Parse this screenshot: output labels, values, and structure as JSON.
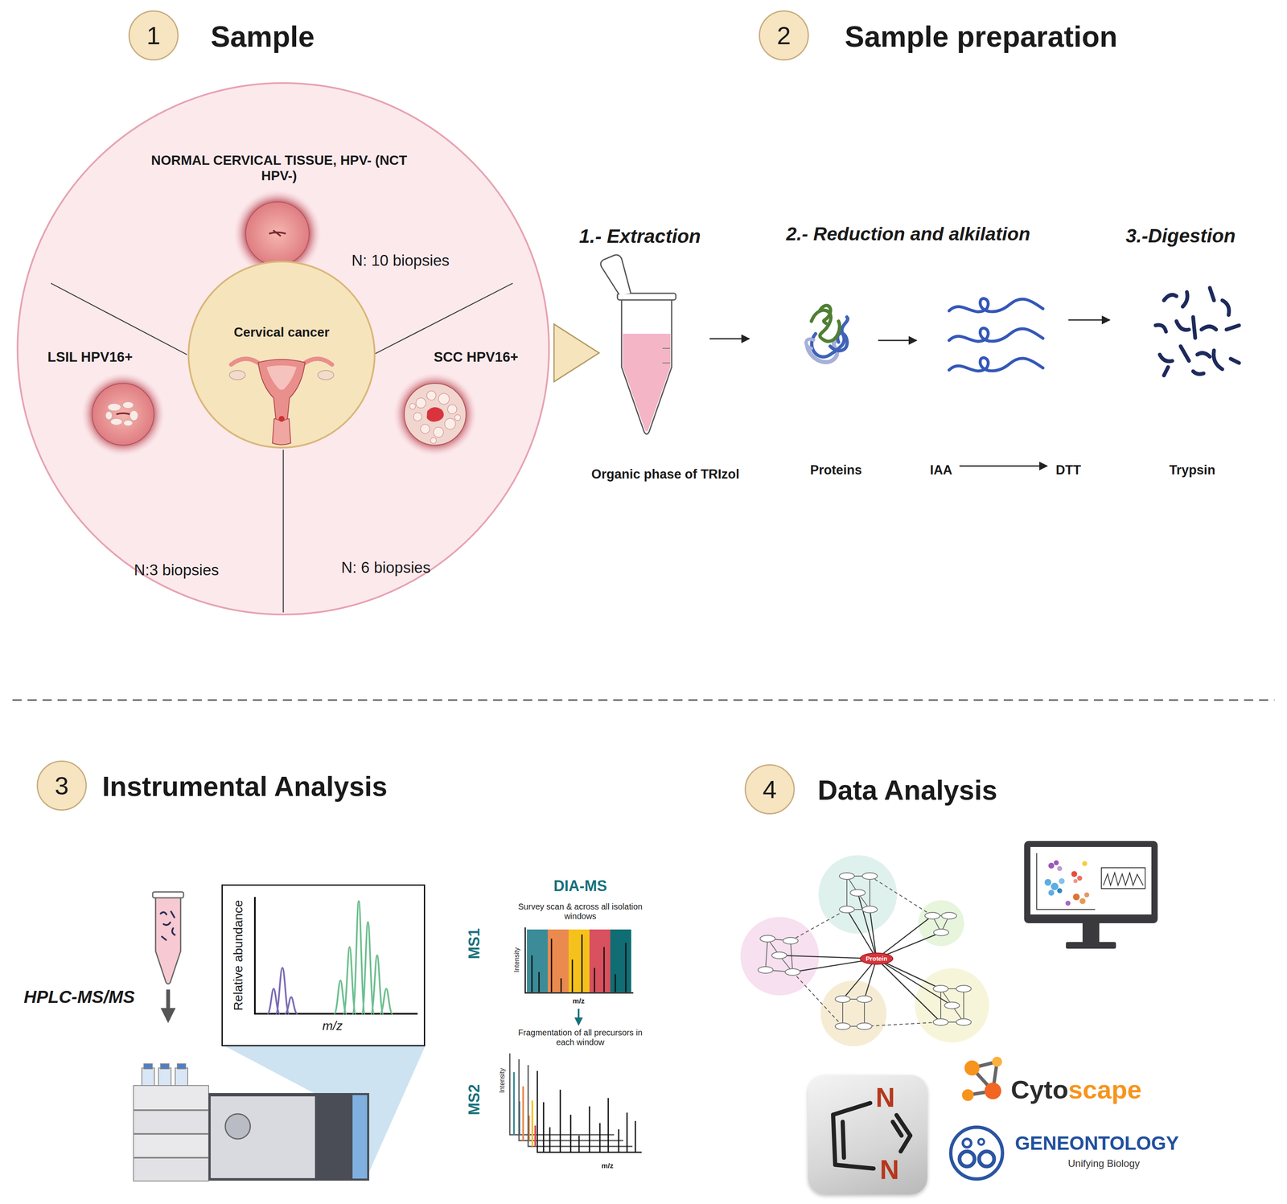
{
  "diagram": {
    "nodes": [
      {
        "text": [
          "1",
          "Sample"
        ]
      },
      {
        "text": [
          "NORMAL CERVICAL TISSUE, HPV- (NCT HPV-)",
          "N: 10 biopsies",
          "LSIL HPV16+",
          "N:3 biopsies",
          "SCC HPV16+",
          "N: 6 biopsies"
        ]
      },
      {
        "text": [
          "Cervical cancer"
        ],
        "in": 1
      },
      {
        "text": [
          "2",
          "Sample preparation"
        ]
      },
      {
        "text": [
          "3",
          "Instrumental Analysis"
        ]
      },
      {
        "text": [
          "Relative abundance",
          "m/z"
        ]
      },
      {
        "text": [
          "4",
          "Data Analysis"
        ]
      },
      {
        "text": [
          "Protein"
        ]
      },
      {
        "text": [
          "N",
          "N"
        ]
      }
    ],
    "labels": [
      "1.- Extraction",
      "2.- Reduction and alkilation",
      "3.-Digestion",
      "Organic phase of TRIzol",
      "Proteins",
      "IAA",
      "DTT",
      "Trypsin",
      "HPLC-MS/MS",
      "DIA-MS",
      "Survey scan & across all isolation windows",
      "MS1",
      "Intensity",
      "m/z",
      "Fragmentation of all precursors in each window",
      "MS2",
      "Intensity",
      "m/z",
      "Cytoscape",
      "GENEONTOLOGY",
      "Unifying Biology"
    ]
  }
}
